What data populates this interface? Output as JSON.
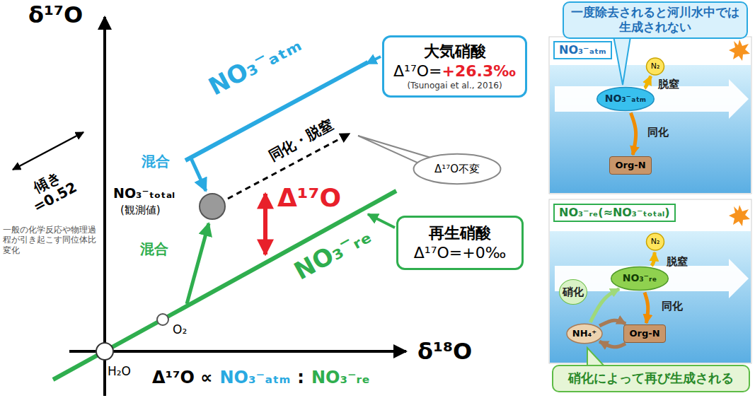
{
  "diagram": {
    "nodes": [
      {
        "text": [
          "大気硝酸",
          "Δ¹⁷O=",
          "+26.3‰",
          "(Tsunogai et al., 2016)"
        ]
      },
      {
        "text": [
          "再生硝酸",
          "Δ¹⁷O=+0‰"
        ]
      },
      {
        "text": [
          "Δ¹⁷O不変"
        ]
      },
      {
        "text": [
          "一度除去されると河川水中では生成されない"
        ]
      },
      {
        "text": [
          "NO₃⁻ₐₜₘ"
        ]
      },
      {
        "text": [
          "NO₃⁻ₐₜₘ"
        ],
        "in": 4
      },
      {
        "text": [
          "N₂"
        ],
        "in": 4
      },
      {
        "text": [
          "Org-N"
        ],
        "in": 4
      },
      {
        "text": [
          "NO₃⁻ᵣₑ(≈NO₃⁻ₜₒₜₐₗ)"
        ]
      },
      {
        "text": [
          "NO₃⁻ᵣₑ"
        ],
        "in": 8
      },
      {
        "text": [
          "N₂"
        ],
        "in": 8
      },
      {
        "text": [
          "Org-N"
        ],
        "in": 8
      },
      {
        "text": [
          "NH₄⁺"
        ],
        "in": 8
      },
      {
        "text": [
          "硝化によって再び生成される"
        ]
      }
    ],
    "edges": [
      {
        "from": 5,
        "to": 6,
        "arrow": "to",
        "label": "脱窒"
      },
      {
        "from": 5,
        "to": 7,
        "arrow": "to",
        "label": "同化"
      },
      {
        "from": 9,
        "to": 10,
        "arrow": "to",
        "label": "脱窒"
      },
      {
        "from": 9,
        "to": 11,
        "arrow": "to",
        "label": "同化"
      },
      {
        "from": 11,
        "to": 12,
        "arrow": "to"
      },
      {
        "from": 12,
        "to": 11,
        "arrow": "to"
      },
      {
        "from": 12,
        "to": 9,
        "arrow": "to",
        "label": "硝化"
      }
    ],
    "labels": [
      "δ¹⁷O",
      "δ¹⁸O",
      "NO₃⁻ₐₜₘ",
      "NO₃⁻ᵣₑ",
      "混合",
      "混合",
      "同化・脱窒",
      "Δ¹⁷O",
      "NO₃⁻ₜₒₜₐₗ",
      "(観測値)",
      "傾き =0.52",
      "一般の化学反応や物理過程が引き起こす同位体比変化",
      "O₂",
      "H₂O",
      "Δ¹⁷O ∝",
      "NO₃⁻ₐₜₘ",
      ":",
      "NO₃⁻ᵣₑ"
    ]
  }
}
